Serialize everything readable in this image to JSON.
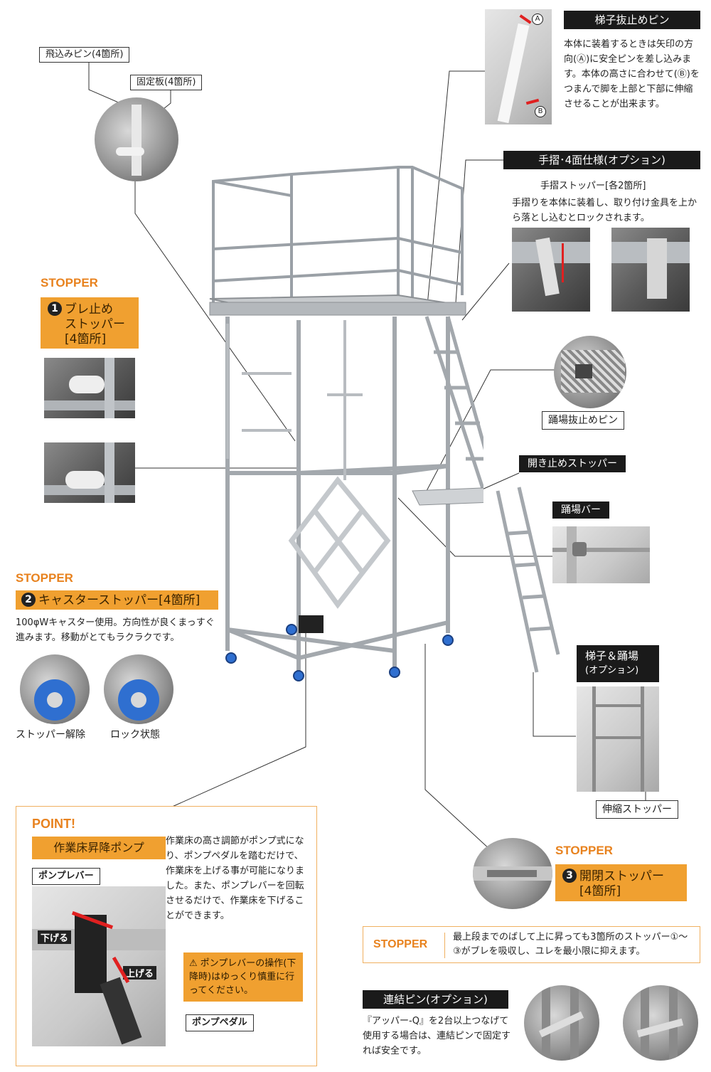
{
  "labels": {
    "tobikomi_pin": "飛込みピン(4箇所)",
    "kotei_ban": "固定板(4箇所)",
    "ladder_pin_title": "梯子抜止めピン",
    "ladder_pin_desc": "本体に装着するときは矢印の方向(Ⓐ)に安全ピンを差し込みます。本体の高さに合わせて(Ⓑ)をつまんで脚を上部と下部に伸縮させることが出来ます。",
    "handrail_title": "手摺･4面仕様(オプション)",
    "handrail_stopper": "手摺ストッパー[各2箇所]",
    "handrail_desc": "手摺りを本体に装着し、取り付け金具を上から落とし込むとロックされます。",
    "fumiba_pin": "踊場抜止めピン",
    "open_stopper": "開き止めストッパー",
    "fumiba_bar": "踊場バー",
    "ladder_fumiba": "梯子＆踊場",
    "option": "(オプション)",
    "shinshuku_stopper": "伸縮ストッパー",
    "mark_a": "A",
    "mark_b": "B"
  },
  "stopper1": {
    "heading": "STOPPER",
    "number": "1",
    "title_line1": "ブレ止め",
    "title_line2": "ストッパー",
    "title_line3": "[4箇所]"
  },
  "stopper2": {
    "heading": "STOPPER",
    "number": "2",
    "title": "キャスターストッパー[4箇所]",
    "desc": "100φWキャスター使用。方向性が良くまっすぐ進みます。移動がとてもラクラクです。",
    "release": "ストッパー解除",
    "locked": "ロック状態"
  },
  "stopper3": {
    "heading": "STOPPER",
    "number": "3",
    "title_line1": "開閉ストッパー",
    "title_line2": "[4箇所]"
  },
  "point": {
    "heading": "POINT!",
    "title": "作業床昇降ポンプ",
    "desc": "作業床の高さ調節がポンプ式になり、ポンプペダルを踏むだけで、作業床を上げる事が可能になりました。また、ポンプレバーを回転させるだけで、作業床を下げることができます。",
    "pump_lever": "ポンプレバー",
    "pump_pedal": "ポンプペダル",
    "down": "下げる",
    "up": "上げる",
    "warning": "ポンプレバーの操作(下降時)はゆっくり慎重に行ってください。"
  },
  "summary": {
    "heading": "STOPPER",
    "text": "最上段までのばして上に昇っても3箇所のストッパー①～③がブレを吸収し、ユレを最小限に抑えます。"
  },
  "renketsu": {
    "title": "連結ピン(オプション)",
    "desc": "『アッパー-Q』を2台以上つなげて使用する場合は、連結ピンで固定すれば安全です。"
  },
  "colors": {
    "accent": "#e8821e",
    "orange_box": "#f0a030",
    "dark": "#1a1a1a",
    "caster_blue": "#2f6fd0"
  }
}
